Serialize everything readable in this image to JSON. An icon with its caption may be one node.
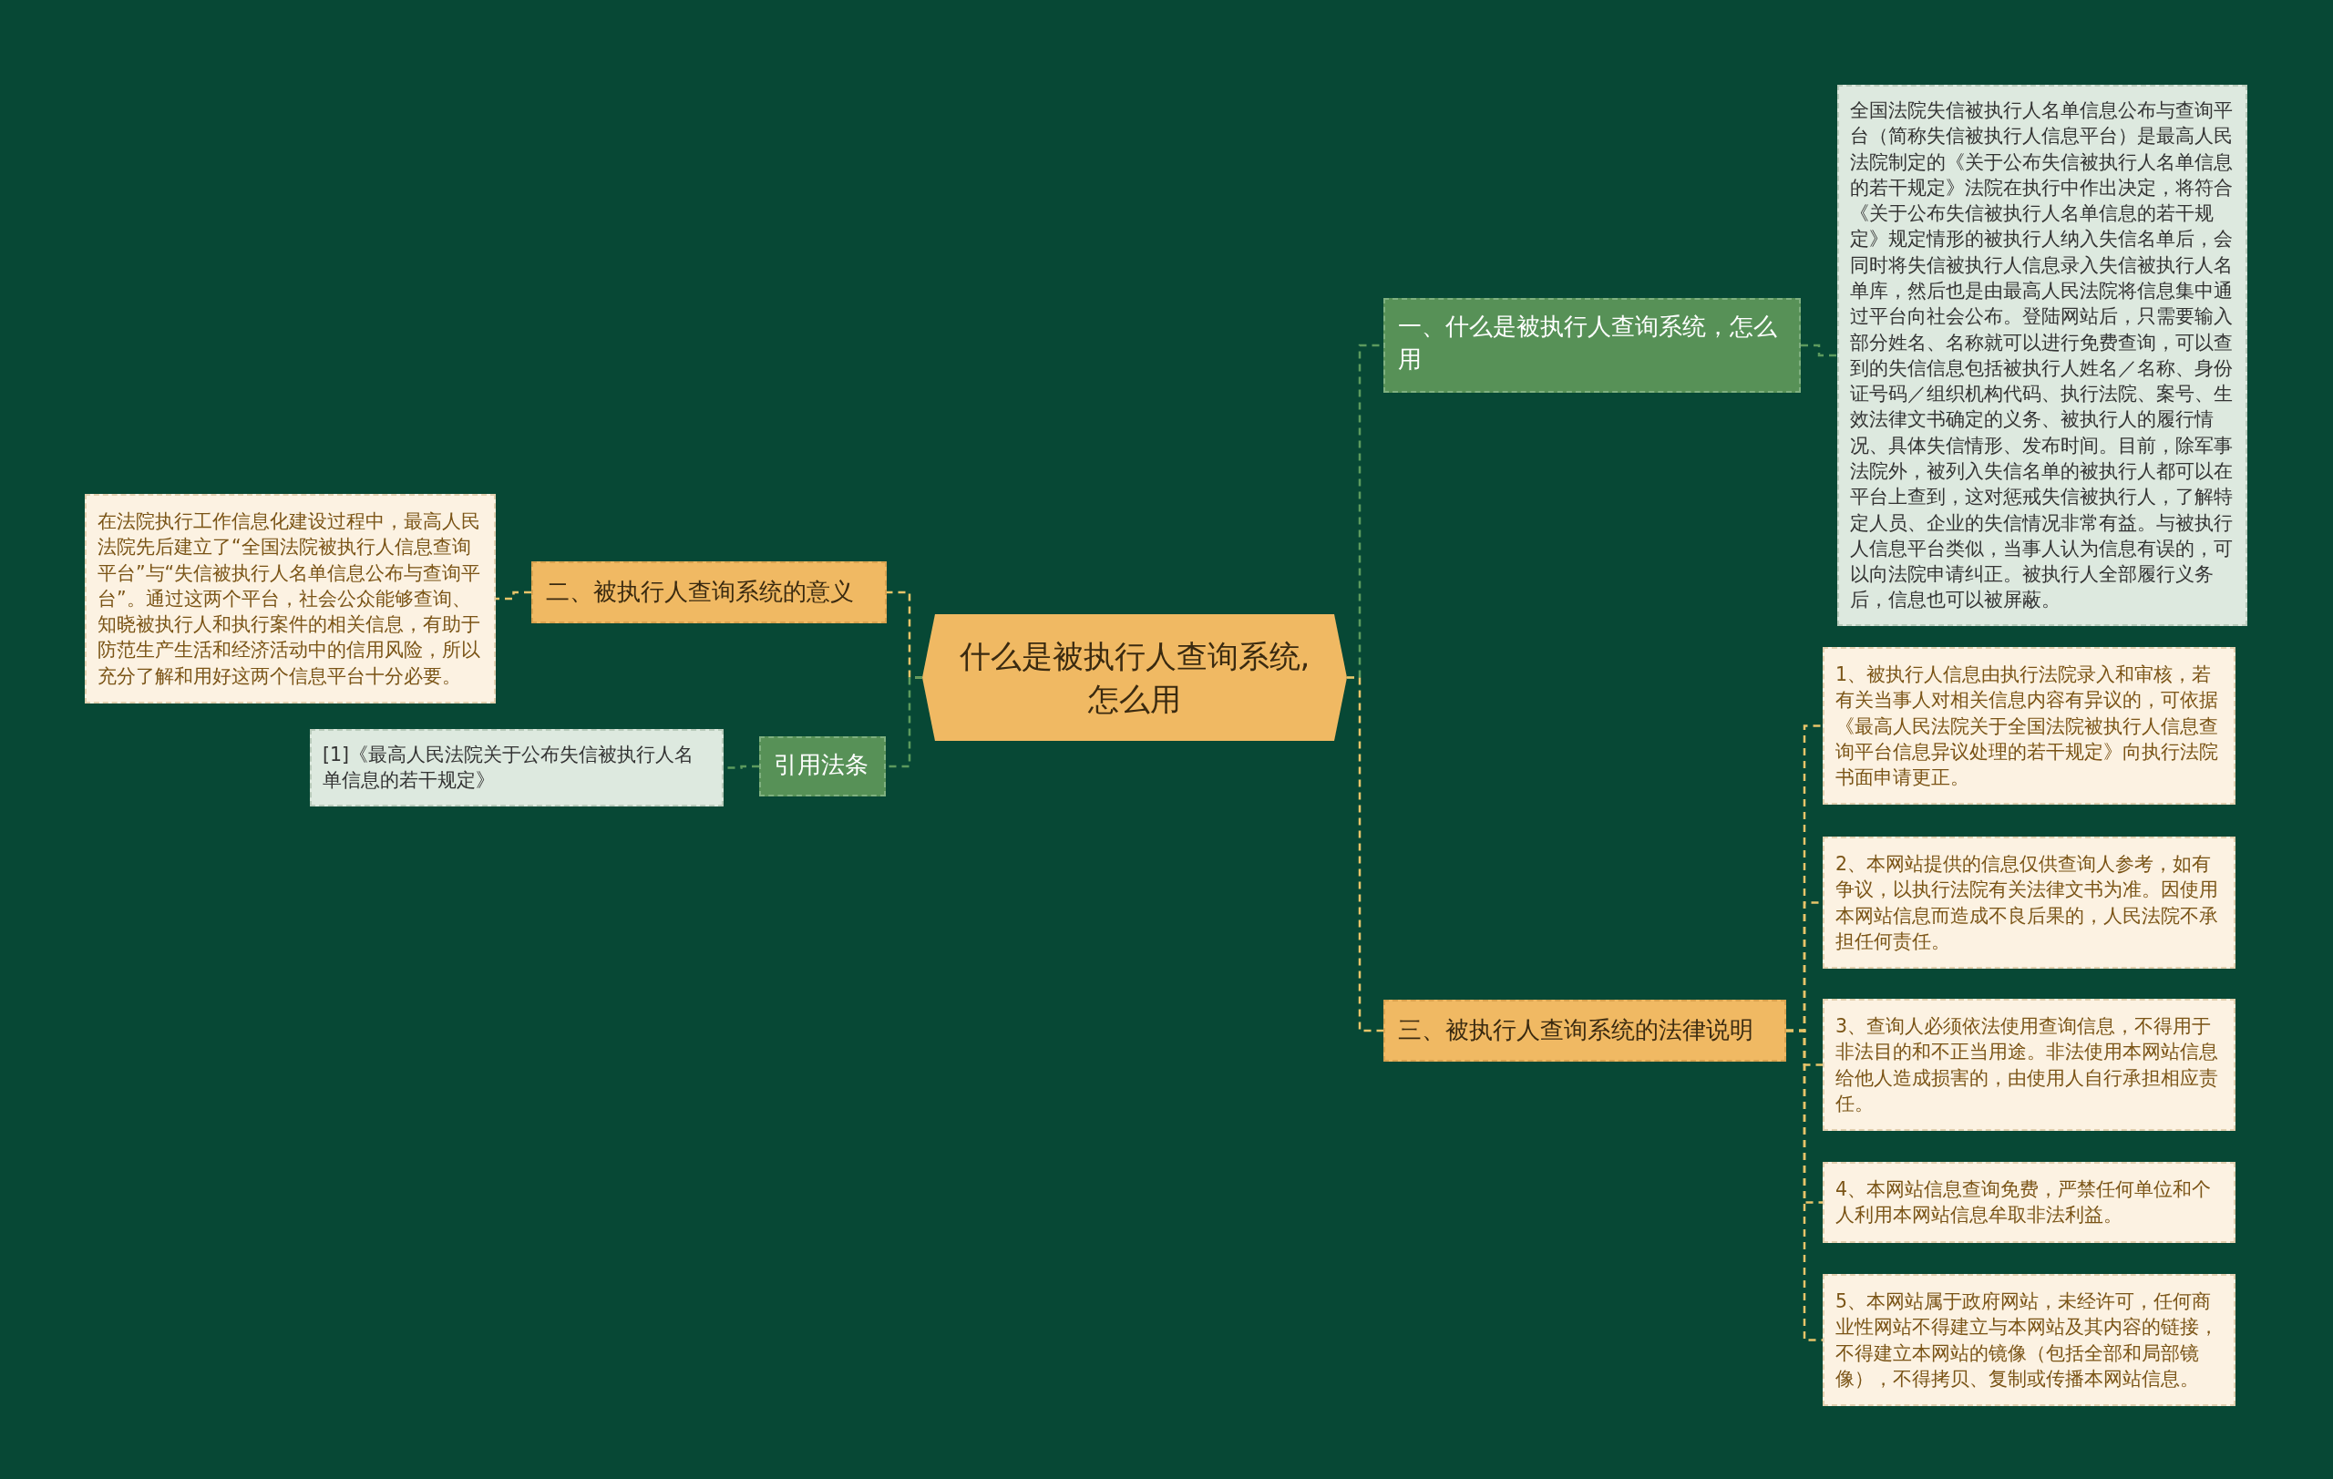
{
  "diagram": {
    "nodes": [
      {
        "text": [
          "什么是被执行人查询系统,怎么用"
        ]
      },
      {
        "text": [
          "一、什么是被执行人查询系统，怎么用"
        ]
      },
      {
        "text": [
          "全国法院失信被执行人名单信息公布与查询平台（简称失信被执行人信息平台）是最高人民法院制定的《关于公布失信被执行人名单信息的若干规定》法院在执行中作出决定，将符合《关于公布失信被执行人名单信息的若干规定》规定情形的被执行人纳入失信名单后，会同时将失信被执行人信息录入失信被执行人名单库，然后也是由最高人民法院将信息集中通过平台向社会公布。登陆网站后，只需要输入部分姓名、名称就可以进行免费查询，可以查到的失信信息包括被执行人姓名／名称、身份证号码／组织机构代码、执行法院、案号、生效法律文书确定的义务、被执行人的履行情况、具体失信情形、发布时间。目前，除军事法院外，被列入失信名单的被执行人都可以在平台上查到，这对惩戒失信被执行人，了解特定人员、企业的失信情况非常有益。与被执行人信息平台类似，当事人认为信息有误的，可以向法院申请纠正。被执行人全部履行义务后，信息也可以被屏蔽。"
        ]
      },
      {
        "text": [
          "二、被执行人查询系统的意义"
        ]
      },
      {
        "text": [
          "在法院执行工作信息化建设过程中，最高人民法院先后建立了“全国法院被执行人信息查询平台”与“失信被执行人名单信息公布与查询平台”。通过这两个平台，社会公众能够查询、知晓被执行人和执行案件的相关信息，有助于防范生产生活和经济活动中的信用风险，所以充分了解和用好这两个信息平台十分必要。"
        ]
      },
      {
        "text": [
          "引用法条"
        ]
      },
      {
        "text": [
          "[1]《最高人民法院关于公布失信被执行人名单信息的若干规定》"
        ]
      },
      {
        "text": [
          "三、被执行人查询系统的法律说明"
        ]
      },
      {
        "text": [
          "1、被执行人信息由执行法院录入和审核，若有关当事人对相关信息内容有异议的，可依据《最高人民法院关于全国法院被执行人信息查询平台信息异议处理的若干规定》向执行法院书面申请更正。"
        ]
      },
      {
        "text": [
          "2、本网站提供的信息仅供查询人参考，如有争议，以执行法院有关法律文书为准。因使用本网站信息而造成不良后果的，人民法院不承担任何责任。"
        ]
      },
      {
        "text": [
          "3、查询人必须依法使用查询信息，不得用于非法目的和不正当用途。非法使用本网站信息给他人造成损害的，由使用人自行承担相应责任。"
        ]
      },
      {
        "text": [
          "4、本网站信息查询免费，严禁任何单位和个人利用本网站信息牟取非法利益。"
        ]
      },
      {
        "text": [
          "5、本网站属于政府网站，未经许可，任何商业性网站不得建立与本网站及其内容的链接，不得建立本网站的镜像（包括全部和局部镜像），不得拷贝、复制或传播本网站信息。"
        ]
      }
    ],
    "edges": [
      {
        "from": 0,
        "to": 1,
        "arrow": "none",
        "style": "dashed",
        "color": "#5c9a5e"
      },
      {
        "from": 1,
        "to": 2,
        "arrow": "none",
        "style": "dashed",
        "color": "#5c9a5e"
      },
      {
        "from": 0,
        "to": 3,
        "arrow": "none",
        "style": "dashed"
      },
      {
        "from": 3,
        "to": 4,
        "arrow": "none",
        "style": "dashed"
      },
      {
        "from": 0,
        "to": 5,
        "arrow": "none",
        "style": "dashed",
        "color": "#5c9a5e"
      },
      {
        "from": 5,
        "to": 6,
        "arrow": "none",
        "style": "dashed",
        "color": "#5c9a5e"
      },
      {
        "from": 0,
        "to": 7,
        "arrow": "none",
        "style": "dashed"
      },
      {
        "from": 7,
        "to": 8,
        "arrow": "none",
        "style": "dashed"
      },
      {
        "from": 7,
        "to": 9,
        "arrow": "none",
        "style": "dashed"
      },
      {
        "from": 7,
        "to": 10,
        "arrow": "none",
        "style": "dashed"
      },
      {
        "from": 7,
        "to": 11,
        "arrow": "none",
        "style": "dashed"
      },
      {
        "from": 7,
        "to": 12,
        "arrow": "none",
        "style": "dashed"
      }
    ]
  }
}
